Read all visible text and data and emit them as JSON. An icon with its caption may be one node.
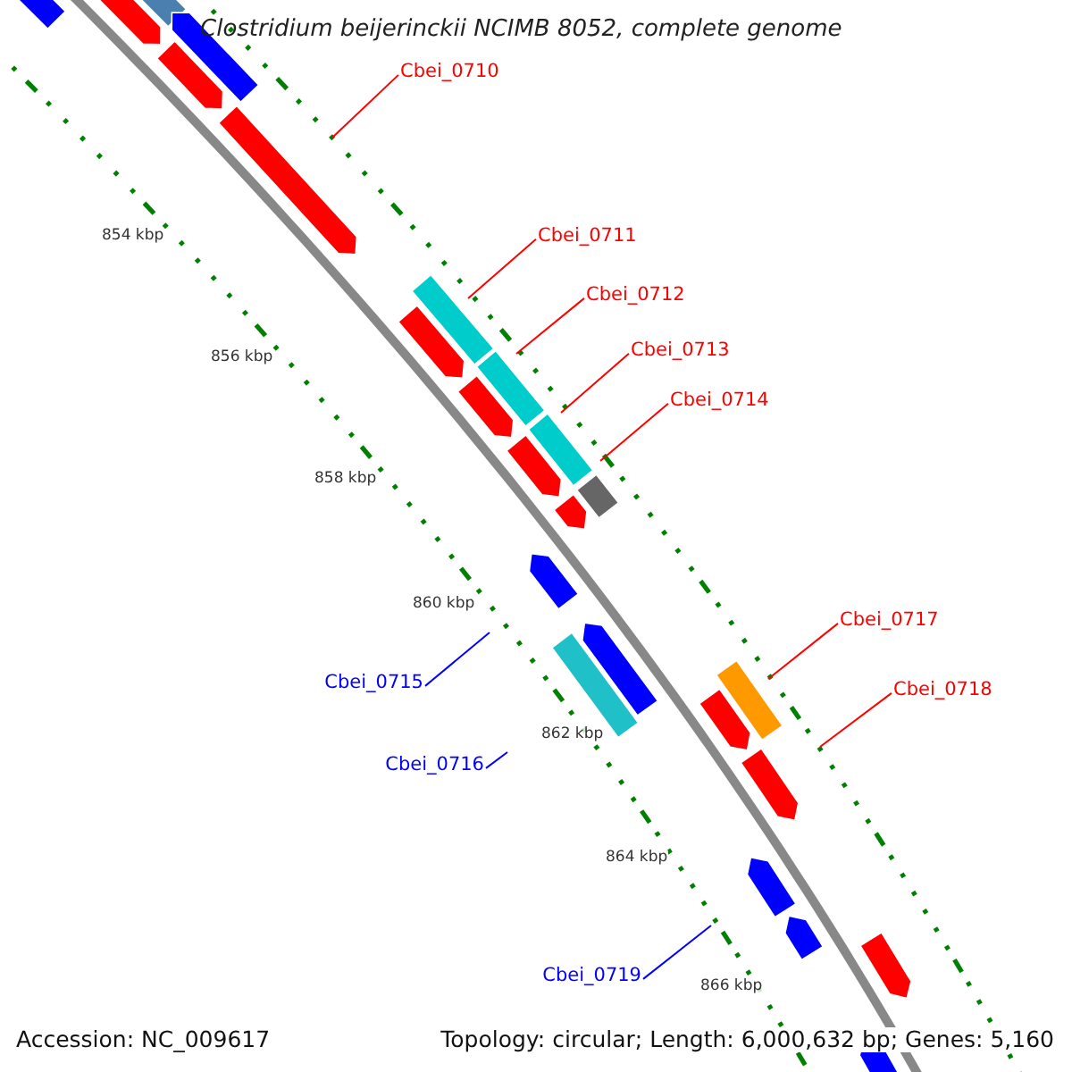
{
  "diagram": {
    "title": "Clostridium beijerinckii NCIMB 8052, complete genome",
    "nodes": [
      {
        "text": [
          "Cbei_0710"
        ]
      },
      {
        "text": [
          "Cbei_0711"
        ]
      },
      {
        "text": [
          "Cbei_0712"
        ]
      },
      {
        "text": [
          "Cbei_0713"
        ]
      },
      {
        "text": [
          "Cbei_0714"
        ]
      },
      {
        "text": [
          "Cbei_0715"
        ]
      },
      {
        "text": [
          "Cbei_0716"
        ]
      },
      {
        "text": [
          "Cbei_0717"
        ]
      },
      {
        "text": [
          "Cbei_0718"
        ]
      },
      {
        "text": [
          "Cbei_0719"
        ]
      }
    ],
    "edges": [
      {
        "from": 0,
        "to": null,
        "arrow": "none"
      },
      {
        "from": 1,
        "to": null,
        "arrow": "none"
      },
      {
        "from": 2,
        "to": null,
        "arrow": "none"
      },
      {
        "from": 3,
        "to": null,
        "arrow": "none"
      },
      {
        "from": 4,
        "to": null,
        "arrow": "none"
      },
      {
        "from": 5,
        "to": null,
        "arrow": "none",
        "color": "#0000ff"
      },
      {
        "from": 6,
        "to": null,
        "arrow": "none",
        "color": "#0000ff"
      },
      {
        "from": 7,
        "to": null,
        "arrow": "none"
      },
      {
        "from": 8,
        "to": null,
        "arrow": "none"
      },
      {
        "from": 9,
        "to": null,
        "arrow": "none",
        "color": "#0000ff"
      }
    ],
    "labels": [
      "854 kbp",
      "856 kbp",
      "858 kbp",
      "860 kbp",
      "862 kbp",
      "864 kbp",
      "866 kbp",
      "Accession: NC_009617",
      "Topology: circular; Length: 6,000,632 bp; Genes: 5,160"
    ]
  }
}
